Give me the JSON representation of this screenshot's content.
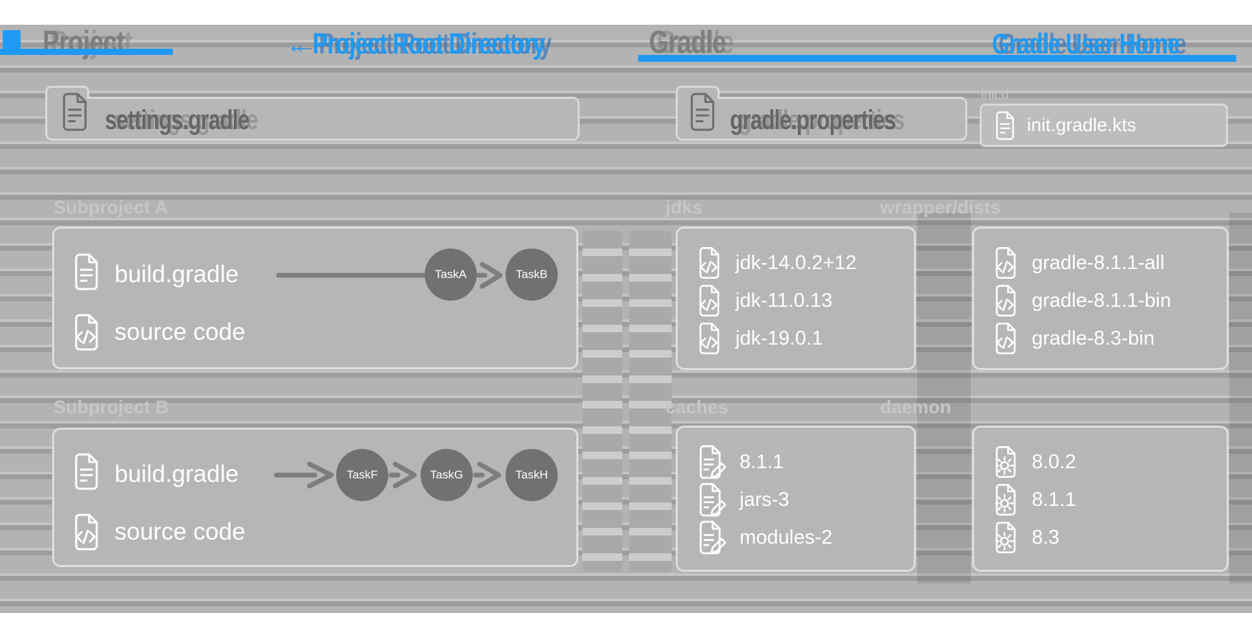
{
  "header": {
    "project_tab": "Project",
    "back_arrow": "←",
    "project_root_label": "Project Root Directory",
    "gradle_tab": "Gradle",
    "gradle_user_home_label": "Gradle User Home",
    "accent_color": "#1e9af5"
  },
  "project_panel": {
    "folder_label": "settings.gradle",
    "subprojects": [
      {
        "header": "Subproject A",
        "build_file": "build.gradle",
        "source_label": "source code",
        "tasks": [
          "TaskA",
          "TaskB"
        ]
      },
      {
        "header": "Subproject B",
        "build_file": "build.gradle",
        "source_label": "source code",
        "tasks": [
          "TaskF",
          "TaskG",
          "TaskH"
        ]
      }
    ]
  },
  "gradle_user_home_panel": {
    "folder_label": "gradle.properties",
    "init_dir_label": "init.d",
    "init_file_label": "init.gradle.kts",
    "sections": [
      {
        "header": "jdks",
        "icon": "code-file-icon",
        "items": [
          "jdk-14.0.2+12",
          "jdk-11.0.13",
          "jdk-19.0.1"
        ]
      },
      {
        "header": "wrapper/dists",
        "icon": "code-file-icon",
        "items": [
          "gradle-8.1.1-all",
          "gradle-8.1.1-bin",
          "gradle-8.3-bin"
        ]
      },
      {
        "header": "caches",
        "icon": "edit-file-icon",
        "items": [
          "8.1.1",
          "jars-3",
          "modules-2"
        ]
      },
      {
        "header": "daemon",
        "icon": "gear-file-icon",
        "items": [
          "8.0.2",
          "8.1.1",
          "8.3"
        ]
      }
    ]
  },
  "colors": {
    "background_stripe": "#b3b3b3",
    "card_gray": "#b6b6b6",
    "task_node_gray": "#717171"
  }
}
